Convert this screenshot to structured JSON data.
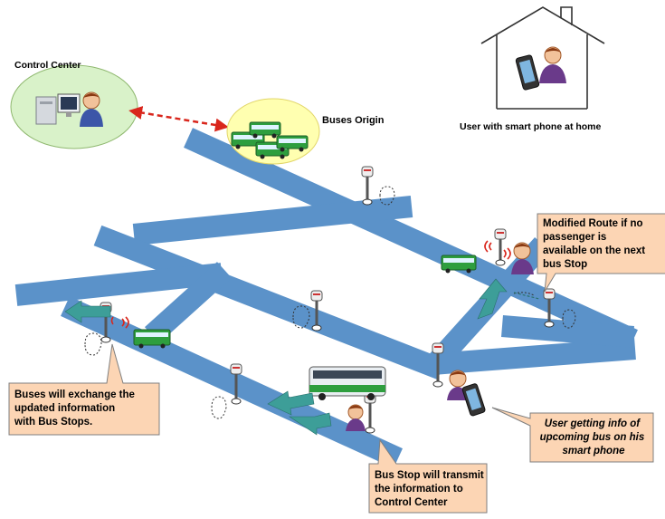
{
  "labels": {
    "control_center": "Control Center",
    "buses_origin": "Buses Origin",
    "user_home": "User with smart phone at home"
  },
  "callouts": {
    "modified_route": [
      "Modified Route if no",
      "passenger is",
      "available on the next",
      "bus Stop"
    ],
    "buses_exchange": [
      "Buses will exchange the",
      "updated information",
      "with Bus Stops."
    ],
    "bus_stop_transmit": [
      "Bus Stop will transmit",
      "the information to",
      "Control Center"
    ],
    "user_info": [
      "User getting info of",
      "upcoming bus on his",
      "smart phone"
    ]
  },
  "colors": {
    "road": "#5b92c9",
    "callout_fill": "#fcd5b4",
    "callout_border": "#7f7f7f",
    "control_center_fill": "#d9f2c9",
    "buses_origin_fill": "#ffffb0",
    "arrow_teal": "#3d9e98",
    "link_red": "#d9261c",
    "bus_green": "#2e9e3e"
  }
}
